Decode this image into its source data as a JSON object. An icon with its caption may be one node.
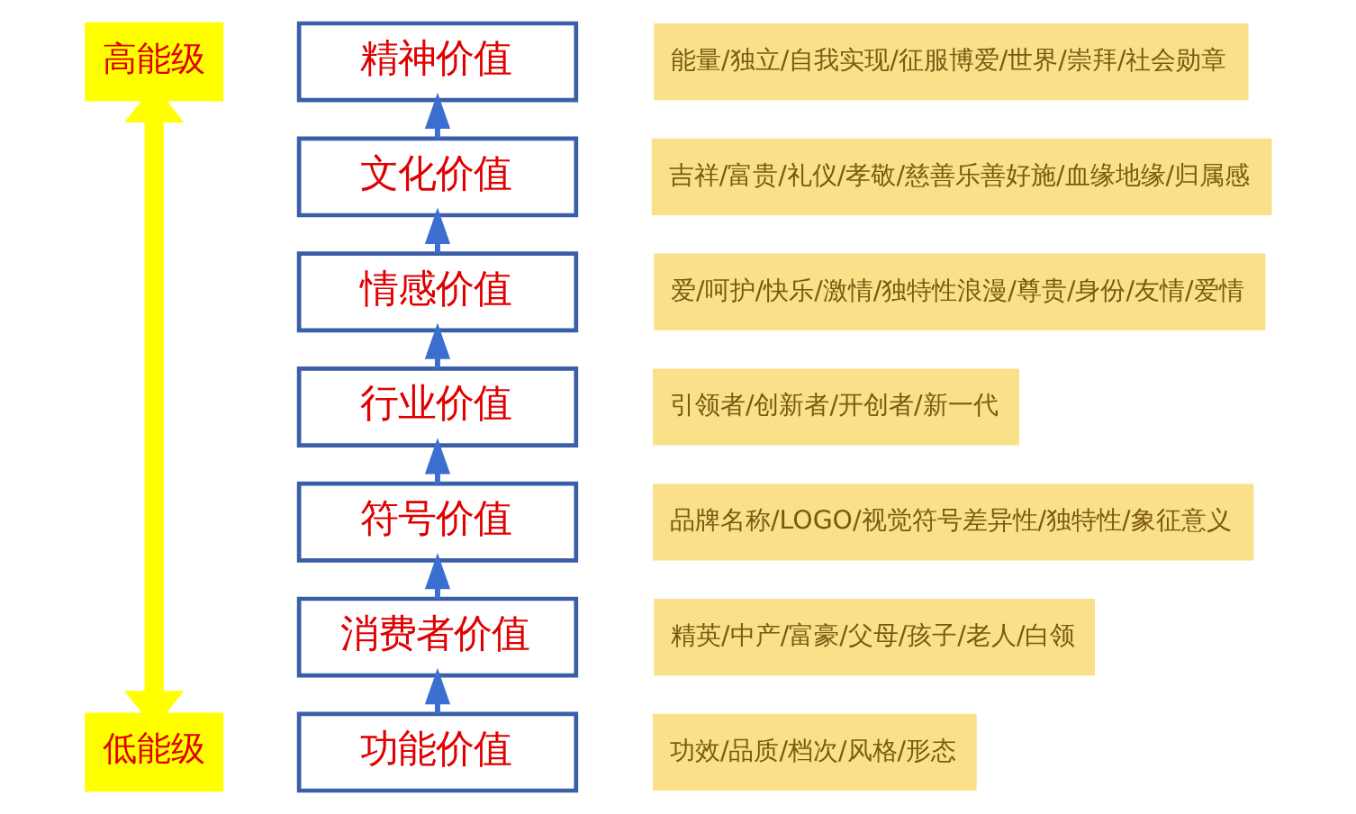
{
  "diagram": {
    "nodes": [
      {
        "text": [
          "高能级"
        ]
      },
      {
        "text": [
          "精神价值"
        ],
        "beside": [
          "能量/独立/自我实现/征服博爱/世界/崇拜/社会勋章"
        ]
      },
      {
        "text": [
          "文化价值"
        ],
        "beside": [
          "吉祥/富贵/礼仪/孝敬/慈善乐善好施/血缘地缘/归属感"
        ]
      },
      {
        "text": [
          "情感价值"
        ],
        "beside": [
          "爱/呵护/快乐/激情/独特性浪漫/尊贵/身份/友情/爱情"
        ]
      },
      {
        "text": [
          "行业价值"
        ],
        "beside": [
          "引领者/创新者/开创者/新一代"
        ]
      },
      {
        "text": [
          "符号价值"
        ],
        "beside": [
          "品牌名称/LOGO/视觉符号差异性/独特性/象征意义"
        ]
      },
      {
        "text": [
          "消费者价值"
        ],
        "beside": [
          "精英/中产/富豪/父母/孩子/老人/白领"
        ]
      },
      {
        "text": [
          "功能价值"
        ],
        "beside": [
          "功效/品质/档次/风格/形态"
        ]
      },
      {
        "text": [
          "低能级"
        ]
      }
    ],
    "edges": [
      {
        "from": 0,
        "to": 8,
        "arrow": "both",
        "style": "thick",
        "color": "#ffff00"
      },
      {
        "from": 7,
        "to": 6,
        "arrow": "to"
      },
      {
        "from": 6,
        "to": 5,
        "arrow": "to"
      },
      {
        "from": 5,
        "to": 4,
        "arrow": "to"
      },
      {
        "from": 4,
        "to": 3,
        "arrow": "to"
      },
      {
        "from": 3,
        "to": 2,
        "arrow": "to"
      },
      {
        "from": 2,
        "to": 1,
        "arrow": "to"
      }
    ]
  }
}
